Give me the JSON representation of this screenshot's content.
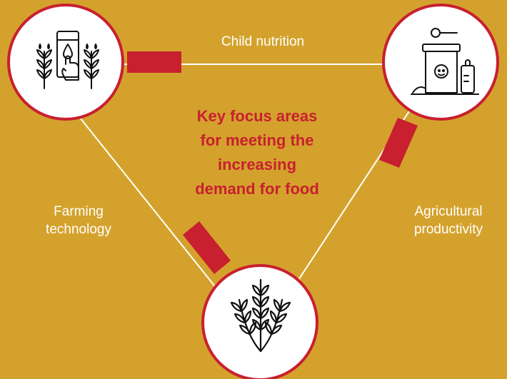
{
  "colors": {
    "background": "#d4a22c",
    "accent": "#c8202f",
    "circle_fill": "#ffffff",
    "line": "#ffffff",
    "icon": "#111111"
  },
  "center_title": {
    "line1": "Key focus areas",
    "line2": "for meeting the",
    "line3": "increasing",
    "line4": "demand for food"
  },
  "edges": {
    "top": "Child nutrition",
    "left_line1": "Farming",
    "left_line2": "technology",
    "right_line1": "Agricultural",
    "right_line2": "productivity"
  },
  "nodes": [
    {
      "icon": "farming-technology-icon"
    },
    {
      "icon": "baby-formula-icon"
    },
    {
      "icon": "wheat-icon"
    }
  ]
}
